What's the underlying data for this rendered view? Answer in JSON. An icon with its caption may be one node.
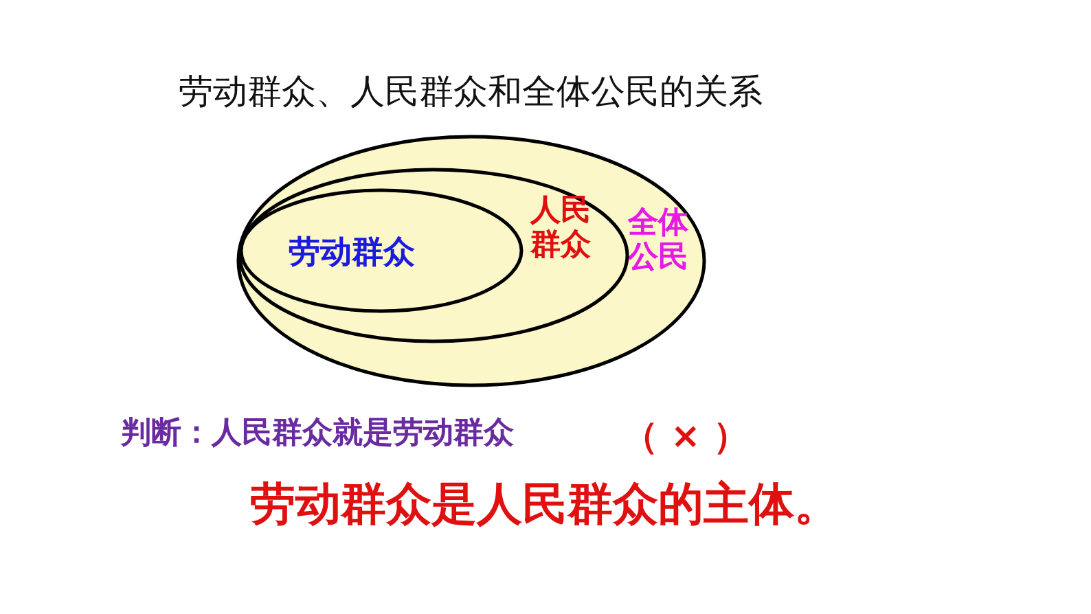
{
  "diagram": {
    "title": "劳动群众、人民群众和全体公民的关系",
    "nodes": [
      {
        "text": [
          "全体公民"
        ]
      },
      {
        "text": [
          "人民群众"
        ],
        "in": 0
      },
      {
        "text": [
          "劳动群众"
        ],
        "in": 1
      }
    ],
    "labels": [
      "判断：人民群众就是劳动群众",
      "（ × ）",
      "劳动群众是人民群众的主体。"
    ]
  }
}
